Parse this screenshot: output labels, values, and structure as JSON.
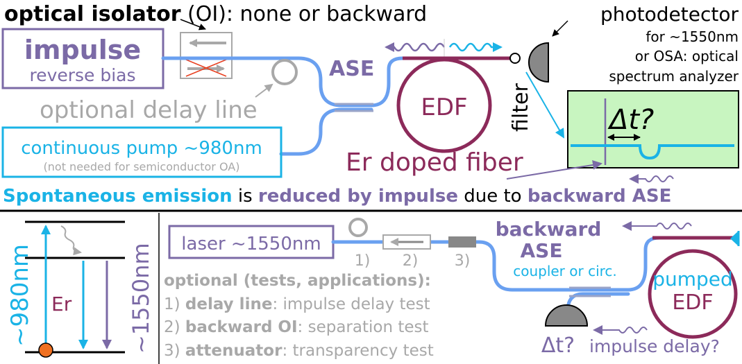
{
  "top": {
    "title_bold": "optical isolator",
    "title_rest": " (OI): none or backward",
    "impulse_main": "impulse",
    "impulse_sub": "reverse bias",
    "optional_delay": "optional delay line",
    "pump_main": "continuous pump ~980nm",
    "pump_sub": "(not needed for semiconductor OA)",
    "ase": "ASE",
    "edf": "EDF",
    "filter": "filter",
    "er_doped": "Er doped fiber",
    "photodetector": "photodetector",
    "pd_line1": "for ~1550nm",
    "pd_line2": "or OSA: optical",
    "pd_line3": "spectrum analyzer",
    "delta_t": "Δt?",
    "caption_a": "Spontaneous emission",
    "caption_b": " is ",
    "caption_c": "reduced by impulse",
    "caption_d": " due to ",
    "caption_e": "backward ASE"
  },
  "bottom": {
    "label_980": "~980nm",
    "label_1550": "~1550nm",
    "er": "Er",
    "laser": "laser ~1550nm",
    "n1": "1)",
    "n2": "2)",
    "n3": "3)",
    "opt_title": "optional (tests, applications):",
    "item1_num": "1) ",
    "item1_bold": "delay line",
    "item1_rest": ": impulse delay test",
    "item2_num": "2) ",
    "item2_bold": "backward OI",
    "item2_rest": ": separation test",
    "item3_num": "3) ",
    "item3_bold": "attenuator",
    "item3_rest": ": transparency test",
    "backward_ase_1": "backward",
    "backward_ase_2": "ASE",
    "coupler": "coupler or circ.",
    "pumped": "pumped",
    "edf2": "EDF",
    "delta_t2": "Δt?",
    "impulse_delay": "impulse delay?"
  },
  "colors": {
    "purple": "#7b6aa6",
    "cyan": "#1ab3e6",
    "maroon": "#8c2a5a",
    "fiber": "#6aa0f0",
    "grey": "#a8a8a8",
    "screen": "#c8f5c0"
  }
}
